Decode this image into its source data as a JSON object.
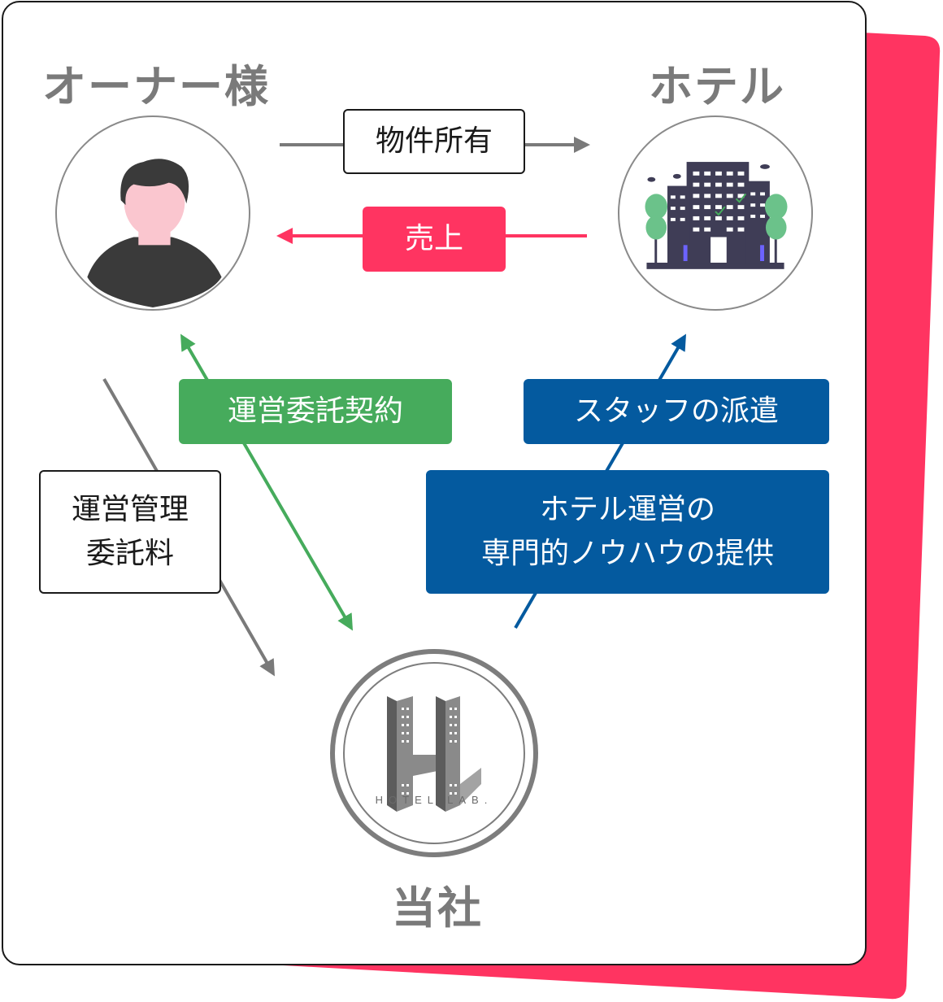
{
  "colors": {
    "accent_red": "#ff3461",
    "contract_green": "#46ab5c",
    "support_blue": "#045a9f",
    "flow_gray": "#7a7a7a",
    "title_gray": "#7a7a7a"
  },
  "nodes": {
    "owner": {
      "title": "オーナー様",
      "icon": "owner-person-icon"
    },
    "hotel": {
      "title": "ホテル",
      "icon": "hotel-building-icon"
    },
    "company": {
      "title": "当社",
      "icon": "hotel-lab-logo",
      "logo_text": "HOTEL LAB."
    }
  },
  "flows": {
    "ownership": {
      "label": "物件所有",
      "direction": "owner-to-hotel",
      "color": "#7a7a7a"
    },
    "sales": {
      "label": "売上",
      "direction": "hotel-to-owner",
      "color": "#ff3461"
    },
    "management_contract": {
      "label": "運営委託契約",
      "direction": "bidirectional owner-company",
      "color": "#46ab5c"
    },
    "management_fee": {
      "lines": [
        "運営管理",
        "委託料"
      ],
      "direction": "owner-to-company",
      "color": "#7a7a7a"
    },
    "staff_dispatch": {
      "label": "スタッフの派遣",
      "direction": "company-to-hotel",
      "color": "#045a9f"
    },
    "know_how": {
      "lines": [
        "ホテル運営の",
        "専門的ノウハウの提供"
      ],
      "direction": "company-to-hotel",
      "color": "#045a9f"
    }
  }
}
